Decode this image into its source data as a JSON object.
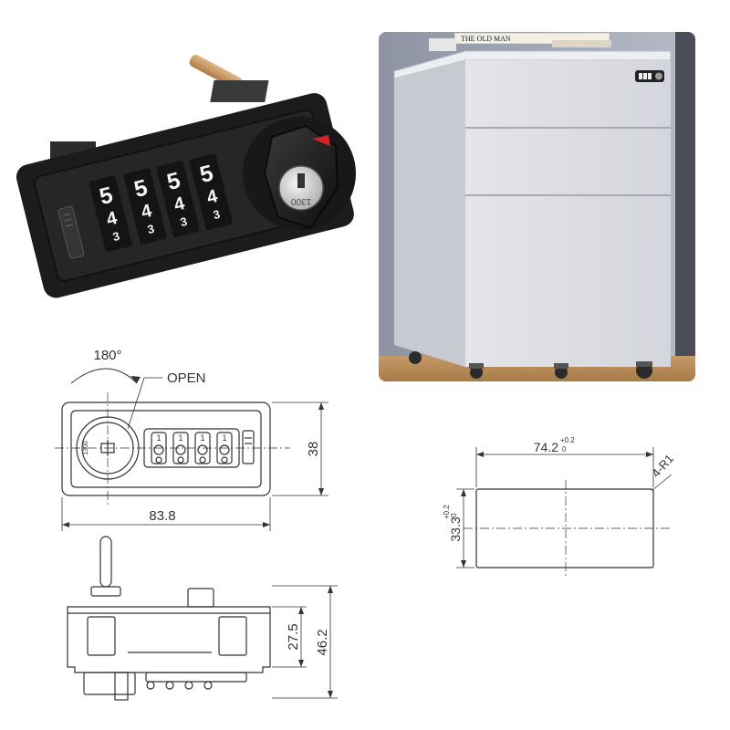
{
  "product": {
    "dial_digits": [
      {
        "top": "5",
        "mid": "4",
        "bot": "3"
      },
      {
        "top": "5",
        "mid": "4",
        "bot": "3"
      },
      {
        "top": "5",
        "mid": "4",
        "bot": "3"
      },
      {
        "top": "5",
        "mid": "4",
        "bot": "3"
      }
    ],
    "key_code": "1300"
  },
  "cabinet_photo": {
    "book_title": "THE OLD MAN"
  },
  "front_view": {
    "rotation_label": "180°",
    "open_label": "OPEN",
    "width": "83.8",
    "height": "38",
    "key_code": "1300",
    "dial_digits": [
      "1",
      "1",
      "1",
      "1"
    ]
  },
  "cutout_view": {
    "width": "74.2",
    "width_tol_upper": "+0.2",
    "width_tol_lower": "0",
    "height": "33.3",
    "height_tol_upper": "+0.2",
    "height_tol_lower": "0",
    "corner_radius": "4-R1"
  },
  "side_view": {
    "body_depth": "27.5",
    "total_depth": "46.2"
  },
  "colors": {
    "lock_body": "#1c1c1c",
    "cabinet": "#dcdde2",
    "floor": "#b98c5a",
    "wall": "#9aa0ae",
    "line": "#333333"
  }
}
